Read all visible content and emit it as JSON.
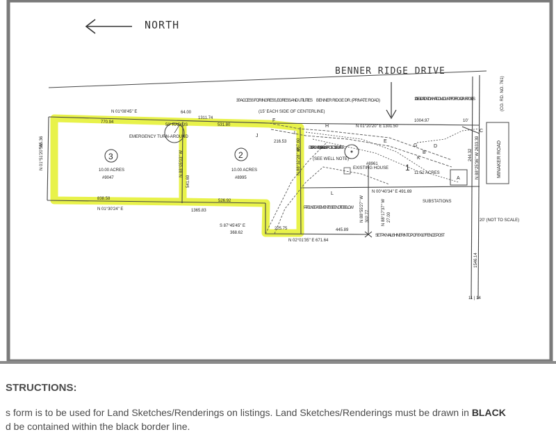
{
  "north": {
    "label": "NORTH"
  },
  "road_labels": {
    "benner_ridge_drive": "BENNER RIDGE DRIVE",
    "minaker_road": "MINAKER ROAD",
    "co_rd_no": "(CO. RD. NO. 761)"
  },
  "lots": [
    {
      "number": "3",
      "acres": "10.00 ACRES",
      "id": "#9047"
    },
    {
      "number": "2",
      "acres": "10.00 ACRES",
      "id": "#8995"
    },
    {
      "number": "1",
      "acres": "11.52 ACRES",
      "id": "#8961"
    }
  ],
  "notes": {
    "access": "30' ACCESS FOR INGRESS, EGRESS AND UTILITIES",
    "benner_private": "BENNER RIDGE DR. (PRIVATE ROAD)",
    "centerline": "(15' EACH SIDE OF CENTERLINE)",
    "dedication": "10' DEDICATION TO WHATCOM COUNTY FOR ROAD PURPOSES",
    "emergency": "EMERGENCY TURN-AROUND",
    "radius": "50' RADIUS",
    "existing_well": "EXISTING WELL & 50' RADIUS PROTECTIVE BUFFER",
    "see_well_note": "(SEE WELL NOTE)",
    "existing_house": "EXISTING HOUSE",
    "pipeline": "PIPELINE EASEMENTS SEE NOTE BELOW",
    "substations": "SUBSTATIONS",
    "not_to_scale": "20' (NOT TO SCALE)",
    "pk_nail": "SET PK NAIL/SHINER IN TOP OF 8\"X10\" FENCE POST",
    "corner": "11 | 14"
  },
  "dimensions": {
    "d1": "N 01°08'45\" E",
    "d2": "770.94",
    "d3": "64.00",
    "d4": "1311.74",
    "d5": "531.80",
    "d6": "N 01°20'20\" E 1301.50",
    "d7": "1004.97",
    "d8": "10'",
    "d9": "N 01°51'20\" W",
    "d10": "535.36",
    "d11": "N 88°05'03\" W",
    "d12": "541.69",
    "d13": "N 88°32'28\" W",
    "d14": "667.60",
    "d15": "216.53",
    "d16": "244.32",
    "d17": "N 88°25'36\" W 2633.39",
    "d18": "N 00°40'34\" E 491.69",
    "d19": "838.58",
    "d20": "N 01°30'24\" E",
    "d21": "1365.83",
    "d22": "526.92",
    "d23": "S 87°45'45\" E",
    "d24": "368.62",
    "d25": "225.75",
    "d26": "445.89",
    "d27": "N 02°01'35\" E 671.64",
    "d28": "N 88°55'27\" W",
    "d29": "302.77",
    "d30": "N 88°17'37\" W",
    "d31": "27.00",
    "d32": "1546.14"
  },
  "point_labels": [
    "A",
    "B",
    "C",
    "D",
    "E",
    "F",
    "G",
    "H",
    "I",
    "J",
    "K",
    "L"
  ],
  "instructions": {
    "heading": "STRUCTIONS:",
    "line1_pre": "s form is to be used for Land Sketches/Renderings on listings.  Land Sketches/Renderings must be drawn in ",
    "line1_bold": "BLACK",
    "line2": "d be contained within the black border line."
  },
  "colors": {
    "highlight": "#e8f24a",
    "ink": "#333333",
    "border": "#7a7a7a"
  }
}
